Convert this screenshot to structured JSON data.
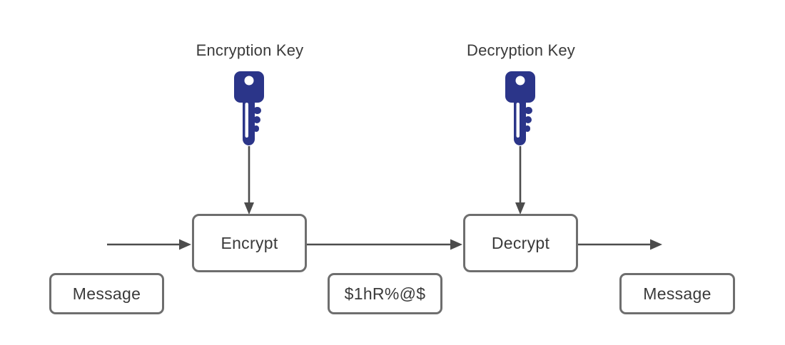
{
  "diagram": {
    "key_labels": {
      "encryption": "Encryption Key",
      "decryption": "Decryption Key"
    },
    "process_nodes": {
      "encrypt": "Encrypt",
      "decrypt": "Decrypt"
    },
    "data_nodes": {
      "input_message": "Message",
      "ciphertext": "$1hR%@$",
      "output_message": "Message"
    },
    "icons": {
      "encryption_key": "key-icon",
      "decryption_key": "key-icon"
    },
    "colors": {
      "key_blue": "#2b3589",
      "arrow_gray": "#4c4c4c",
      "box_border": "#6e6e6e",
      "text": "#3a3a3a",
      "background": "#ffffff"
    }
  }
}
